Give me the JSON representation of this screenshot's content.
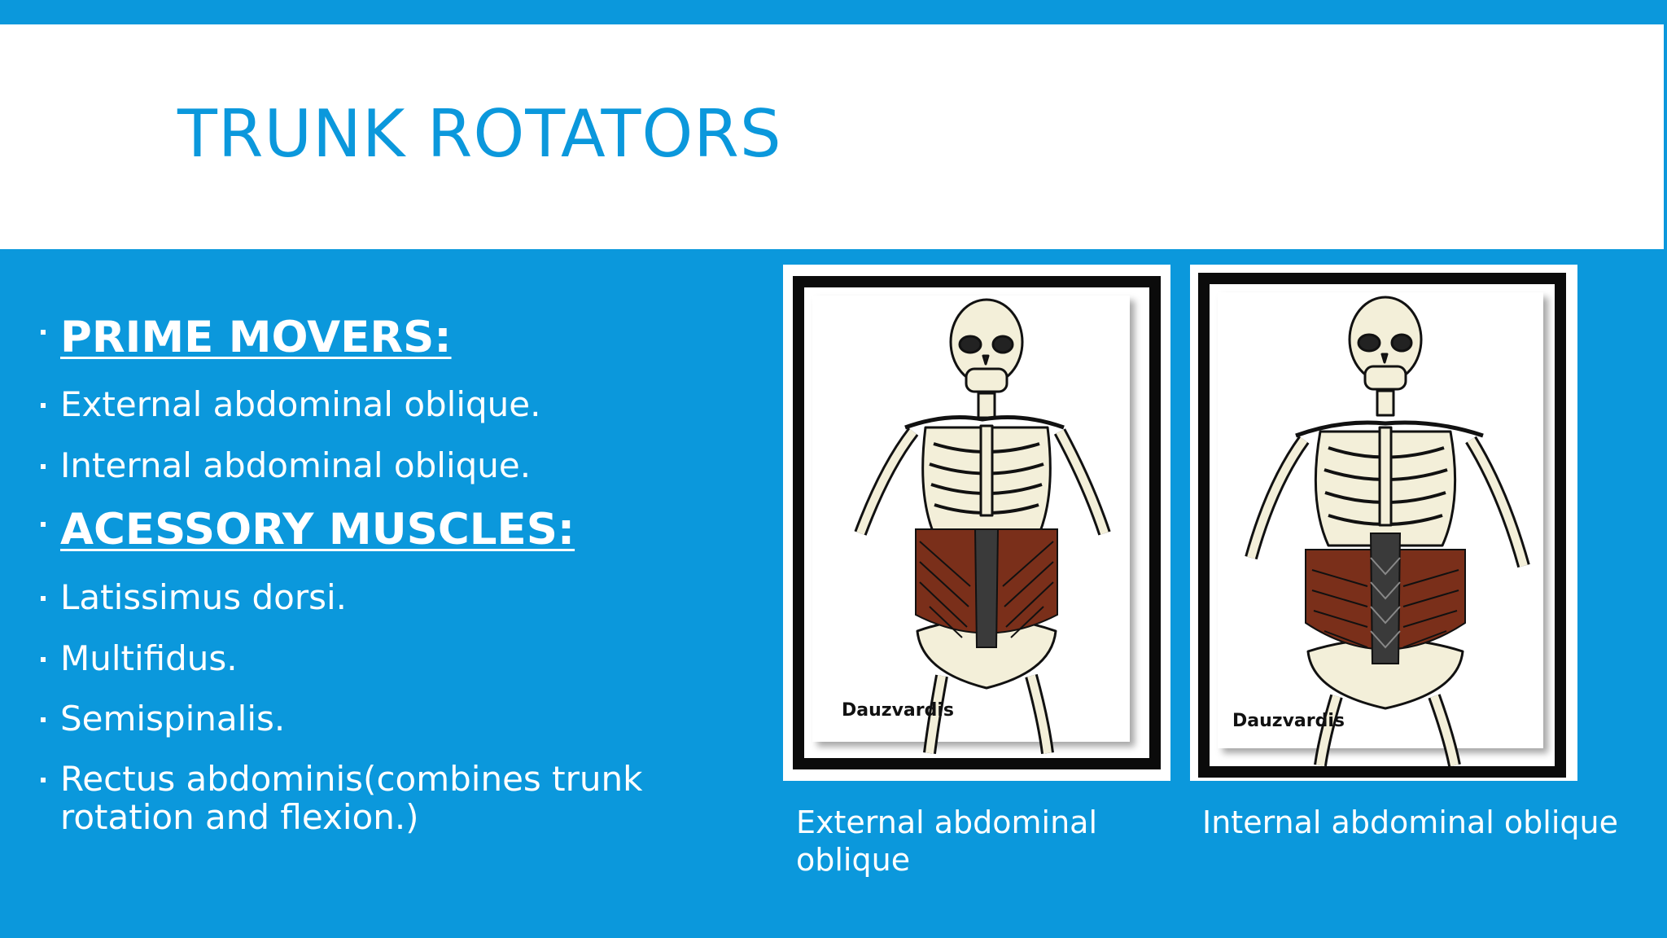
{
  "slide": {
    "title": "TRUNK ROTATORS",
    "bullets": [
      {
        "text": "PRIME MOVERS:",
        "heading": true
      },
      {
        "text": "External abdominal oblique.",
        "heading": false
      },
      {
        "text": "Internal abdominal oblique.",
        "heading": false
      },
      {
        "text": "ACESSORY MUSCLES:",
        "heading": true
      },
      {
        "text": "Latissimus dorsi.",
        "heading": false
      },
      {
        "text": "Multifidus.",
        "heading": false
      },
      {
        "text": "Semispinalis.",
        "heading": false
      },
      {
        "text": "Rectus abdominis(combines trunk rotation and flexion.)",
        "heading": false
      }
    ]
  },
  "figures": [
    {
      "signature": "Dauzvardis",
      "caption": "External abdominal oblique"
    },
    {
      "signature": "Dauzvardis",
      "caption": "Internal abdominal oblique"
    }
  ],
  "colors": {
    "background": "#0b98dc",
    "title": "#0b98dc",
    "muscle": "#7a2f1a",
    "aponeurosis": "#3a3a3a",
    "bone": "#f3efd9"
  }
}
